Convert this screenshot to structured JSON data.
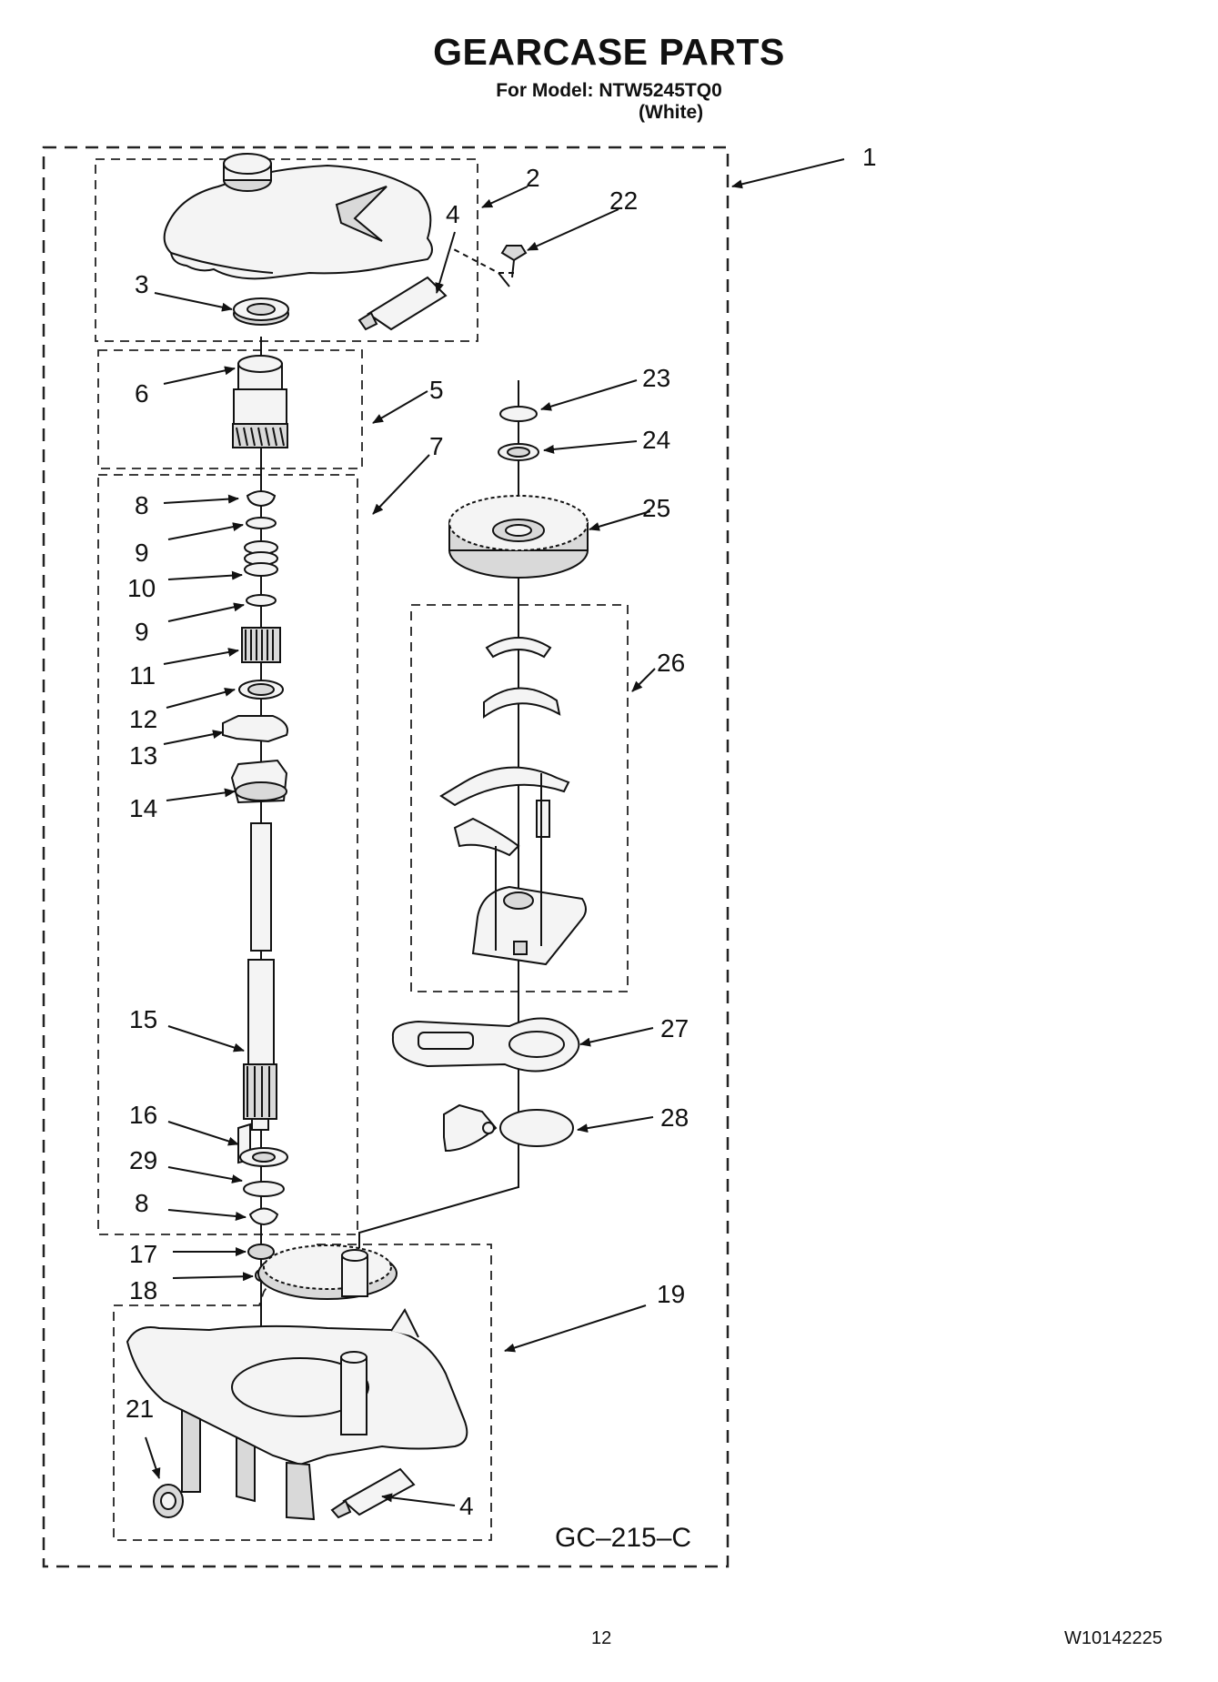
{
  "header": {
    "title": "GEARCASE PARTS",
    "model_line": "For Model: NTW5245TQ0",
    "color_line": "(White)"
  },
  "diagram": {
    "drawing_code": "GC–215–C",
    "callouts": {
      "c1": "1",
      "c2": "2",
      "c3": "3",
      "c4a": "4",
      "c4b": "4",
      "c5": "5",
      "c6": "6",
      "c7": "7",
      "c8a": "8",
      "c8b": "8",
      "c9a": "9",
      "c9b": "9",
      "c10": "10",
      "c11": "11",
      "c12": "12",
      "c13": "13",
      "c14": "14",
      "c15": "15",
      "c16": "16",
      "c17": "17",
      "c18": "18",
      "c19": "19",
      "c21": "21",
      "c22": "22",
      "c23": "23",
      "c24": "24",
      "c25": "25",
      "c26": "26",
      "c27": "27",
      "c28": "28",
      "c29": "29"
    }
  },
  "footer": {
    "page_number": "12",
    "document_number": "W10142225"
  }
}
